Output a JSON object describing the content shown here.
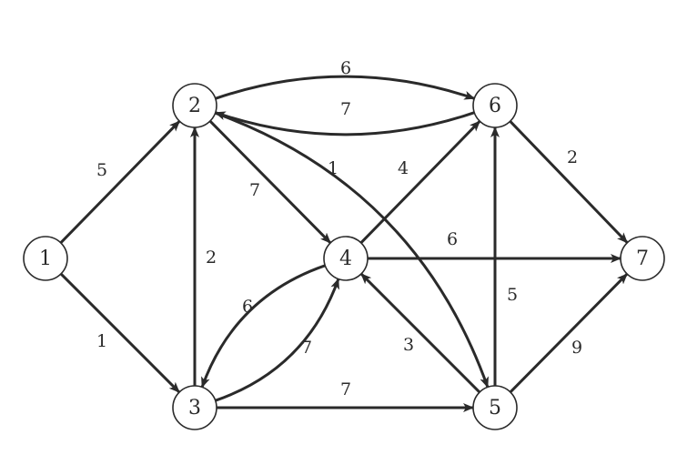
{
  "graph": {
    "nodes": [
      {
        "id": "1",
        "label": "1"
      },
      {
        "id": "2",
        "label": "2"
      },
      {
        "id": "3",
        "label": "3"
      },
      {
        "id": "4",
        "label": "4"
      },
      {
        "id": "5",
        "label": "5"
      },
      {
        "id": "6",
        "label": "6"
      },
      {
        "id": "7",
        "label": "7"
      }
    ],
    "edges": [
      {
        "from": "1",
        "to": "2",
        "weight": "5"
      },
      {
        "from": "1",
        "to": "3",
        "weight": "1"
      },
      {
        "from": "3",
        "to": "2",
        "weight": "2"
      },
      {
        "from": "2",
        "to": "6",
        "weight": "6"
      },
      {
        "from": "6",
        "to": "2",
        "weight": "7"
      },
      {
        "from": "2",
        "to": "4",
        "weight": "7"
      },
      {
        "from": "2",
        "to": "5",
        "weight": "1"
      },
      {
        "from": "3",
        "to": "4",
        "weight": "6"
      },
      {
        "from": "4",
        "to": "3",
        "weight": "7"
      },
      {
        "from": "3",
        "to": "5",
        "weight": "7"
      },
      {
        "from": "4",
        "to": "6",
        "weight": "4"
      },
      {
        "from": "4",
        "to": "7",
        "weight": "6"
      },
      {
        "from": "5",
        "to": "4",
        "weight": "3"
      },
      {
        "from": "5",
        "to": "6",
        "weight": "5"
      },
      {
        "from": "5",
        "to": "7",
        "weight": "9"
      },
      {
        "from": "6",
        "to": "7",
        "weight": "2"
      }
    ]
  },
  "colors": {
    "stroke": "#2a2a2a",
    "background": "#ffffff"
  }
}
